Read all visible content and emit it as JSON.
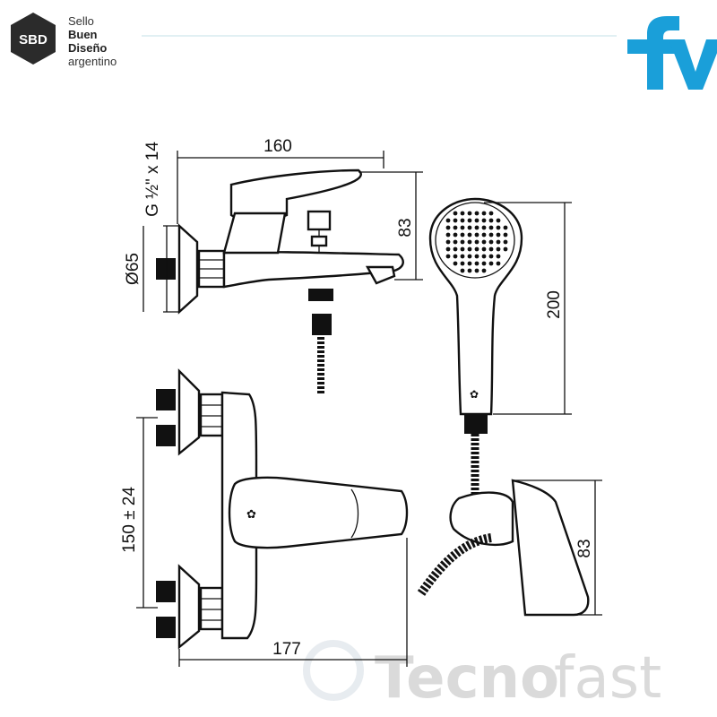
{
  "badge": {
    "abbr": "SBD",
    "line1": "Sello",
    "line2": "Buen",
    "line3": "Diseño",
    "line4": "argentino"
  },
  "brand": {
    "mark": "fv",
    "color": "#1a9fd9"
  },
  "watermark": {
    "part1": "Tecno",
    "part2": "fast",
    "color": "#c8c8c8"
  },
  "dimensions": {
    "top_width": "160",
    "thread": "G ½\" x 14",
    "diameter": "Ø65",
    "top_height": "83",
    "shower_length": "200",
    "center_distance": "150 ± 24",
    "front_width": "177",
    "holder_height": "83"
  },
  "colors": {
    "line": "#111111",
    "accent": "#1a9fd9"
  }
}
